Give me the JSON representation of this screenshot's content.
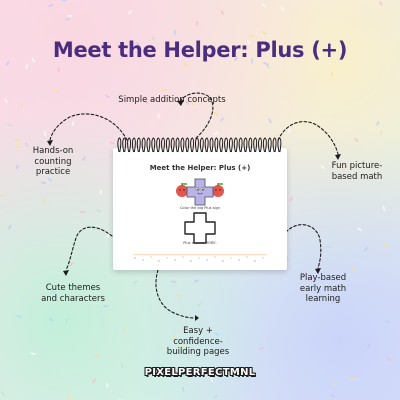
{
  "title": "Meet the Helper: Plus (+)",
  "callouts": {
    "top": "Simple addition concepts",
    "left_top": "Hands-on counting practice",
    "right_top": "Fun picture-based math",
    "left_bottom": "Cute themes and characters",
    "right_bottom": "Play-based early math learning",
    "bottom": "Easy + confidence-building pages"
  },
  "worksheet": {
    "title": "Meet the Helper: Plus (+)",
    "instruction": "Color the big Plus sign",
    "caption": "Plus means MORE."
  },
  "brand": "PIXELPERFECTMNL",
  "colors": {
    "title": "#4b2d7f",
    "mascot": "#b9b3e6",
    "apple": "#e2564b"
  }
}
